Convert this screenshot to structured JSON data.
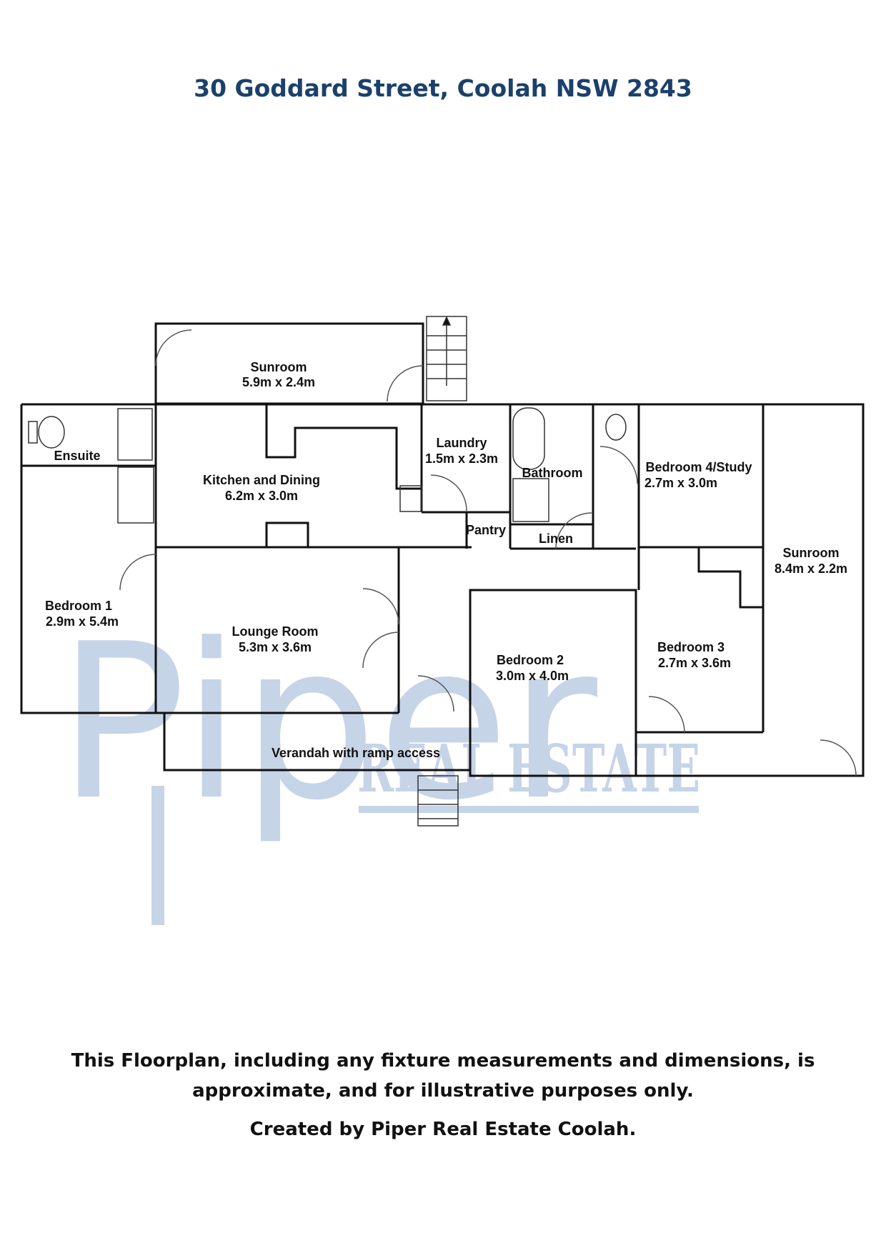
{
  "title": "30 Goddard Street, Coolah NSW 2843",
  "rooms": {
    "sunroom_top": {
      "name": "Sunroom",
      "dims": "5.9m x 2.4m"
    },
    "ensuite": {
      "name": "Ensuite"
    },
    "kitchen": {
      "name": "Kitchen and Dining",
      "dims": "6.2m x 3.0m"
    },
    "laundry": {
      "name": "Laundry",
      "dims": "1.5m x 2.3m"
    },
    "bathroom": {
      "name": "Bathroom"
    },
    "bedroom4": {
      "name": "Bedroom 4/Study",
      "dims": "2.7m x 3.0m"
    },
    "pantry": {
      "name": "Pantry"
    },
    "linen": {
      "name": "Linen"
    },
    "sunroom_right": {
      "name": "Sunroom",
      "dims": "8.4m x 2.2m"
    },
    "bedroom1": {
      "name": "Bedroom 1",
      "dims": "2.9m x 5.4m"
    },
    "lounge": {
      "name": "Lounge Room",
      "dims": "5.3m x 3.6m"
    },
    "bedroom2": {
      "name": "Bedroom 2",
      "dims": "3.0m x 4.0m"
    },
    "bedroom3": {
      "name": "Bedroom 3",
      "dims": "2.7m x 3.6m"
    },
    "verandah": {
      "name": "Verandah with ramp access"
    }
  },
  "watermark": {
    "brand": "Piper",
    "tagline": "REAL ESTATE"
  },
  "disclaimer": {
    "line1": "This Floorplan, including any fixture measurements and dimensions, is",
    "line2": "approximate, and for illustrative purposes only.",
    "credit": "Created by Piper Real Estate Coolah."
  },
  "colors": {
    "title": "#1b416b",
    "watermark": "#c6d4e8",
    "wall": "#111111"
  }
}
